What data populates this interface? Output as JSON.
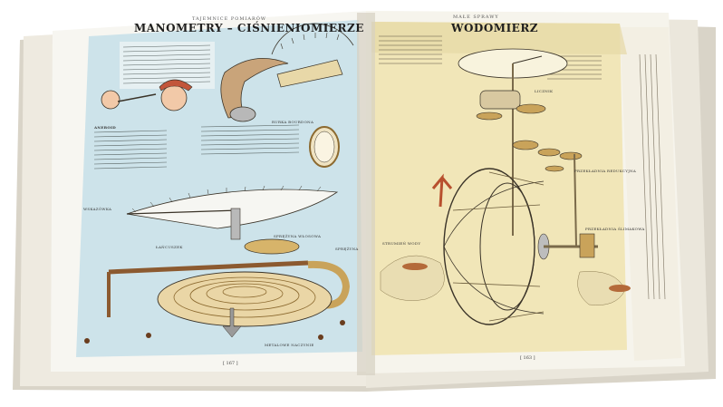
{
  "left_page": {
    "running_head": "TAJEMNICE POMIARÓW",
    "title": "MANOMETRY – CIŚNIENIOMIERZE",
    "side_heading": "ANEROID",
    "labels": {
      "rurka_bourdona": "RURKA BOURDONA",
      "wskazowka": "WSKAZÓWKA",
      "lancuszek": "ŁAŃCUSZEK",
      "sprezyna_wlosowa": "SPRĘŻYNA WŁOSOWA",
      "sprezyna": "SPRĘŻYNA",
      "metalowe_naczynie": "METALOWE NACZYNIE"
    },
    "page_number": "[ 167 ]"
  },
  "right_page": {
    "running_head": "MAŁE SPRAWY",
    "title": "WODOMIERZ",
    "labels": {
      "licznik": "LICZNIK",
      "przekladnia_redukcyjna": "PRZEKŁADNIA REDUKCYJNA",
      "strumien_wody": "STRUMIEŃ WODY",
      "przekladnia_slimakowa": "PRZEKŁADNIA ŚLIMAKOWA"
    },
    "page_number": "[ 163 ]"
  },
  "colors": {
    "left_paper": "#cde3ea",
    "right_paper": "#f1e6b8",
    "page_white": "#f7f6f1",
    "ink": "#3a3328",
    "brass": "#c9a35a"
  }
}
